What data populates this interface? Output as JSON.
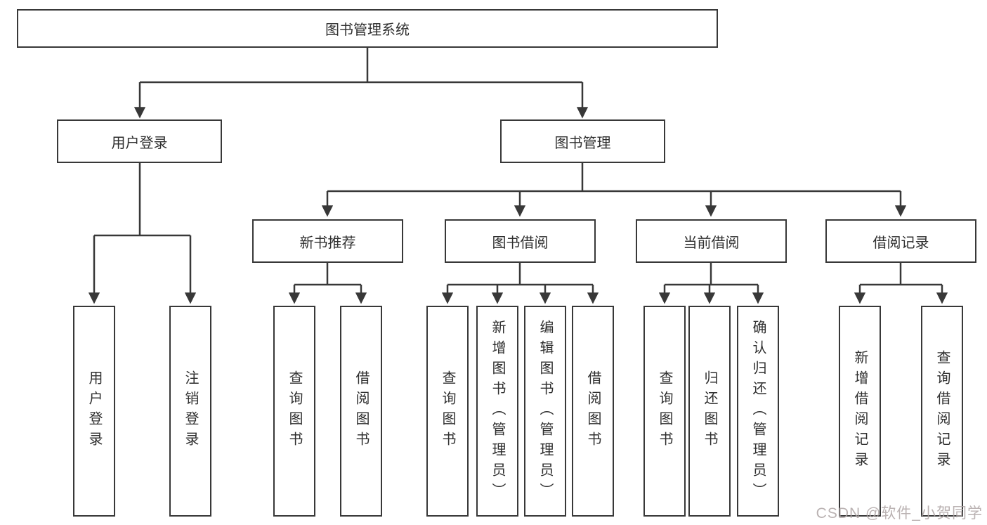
{
  "diagram": {
    "watermark": "CSDN @软件_小贺同学",
    "colors": {
      "line": "#383838",
      "box_border": "#383838",
      "box_bg": "#ffffff",
      "watermark": "#aea4a4"
    },
    "tree": {
      "label": "图书管理系统",
      "children": [
        {
          "label": "用户登录",
          "children": [
            {
              "label": "用户登录"
            },
            {
              "label": "注销登录"
            }
          ]
        },
        {
          "label": "图书管理",
          "children": [
            {
              "label": "新书推荐",
              "children": [
                {
                  "label": "查询图书"
                },
                {
                  "label": "借阅图书"
                }
              ]
            },
            {
              "label": "图书借阅",
              "children": [
                {
                  "label": "查询图书"
                },
                {
                  "label": "新增图书（管理员）"
                },
                {
                  "label": "编辑图书（管理员）"
                },
                {
                  "label": "借阅图书"
                }
              ]
            },
            {
              "label": "当前借阅",
              "children": [
                {
                  "label": "查询图书"
                },
                {
                  "label": "归还图书"
                },
                {
                  "label": "确认归还（管理员）"
                }
              ]
            },
            {
              "label": "借阅记录",
              "children": [
                {
                  "label": "新增借阅记录"
                },
                {
                  "label": "查询借阅记录"
                }
              ]
            }
          ]
        }
      ]
    }
  }
}
